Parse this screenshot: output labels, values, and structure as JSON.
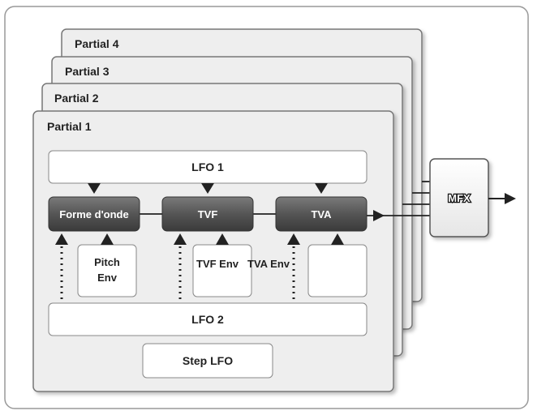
{
  "partials": {
    "p4": "Partial 4",
    "p3": "Partial 3",
    "p2": "Partial 2",
    "p1": "Partial 1"
  },
  "blocks": {
    "lfo1": "LFO 1",
    "wave": "Forme d'onde",
    "tvf": "TVF",
    "tva": "TVA",
    "pitch_env_line1": "Pitch",
    "pitch_env_line2": "Env",
    "tvf_env": "TVF Env",
    "tva_env": "TVA Env",
    "lfo2": "LFO 2",
    "step_lfo": "Step LFO",
    "mfx": "MFX"
  },
  "colors": {
    "panel_fill": "#eeeeee",
    "dark_block": "#555555",
    "line": "#222222"
  }
}
